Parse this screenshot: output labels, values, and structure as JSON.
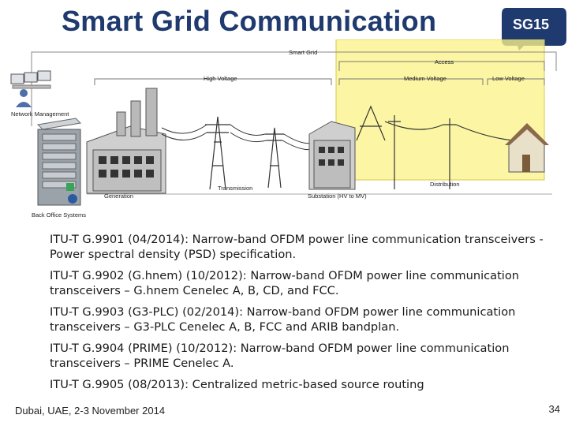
{
  "slide": {
    "title": "Smart Grid Communication",
    "badge": "SG15",
    "footer": "Dubai, UAE, 2-3 November 2014",
    "page_number": "34"
  },
  "diagram": {
    "labels": {
      "smart_grid": "Smart Grid",
      "access": "Access",
      "high_voltage": "High Voltage",
      "medium_voltage": "Medium Voltage",
      "low_voltage": "Low Voltage",
      "network_management": "Network Management",
      "back_office": "Back Office Systems",
      "generation": "Generation",
      "transmission": "Transmission",
      "substation": "Substation (HV to MV)",
      "distribution": "Distribution"
    },
    "highlight_color": "#fbf38a"
  },
  "items": [
    "ITU-T G.9901 (04/2014): Narrow-band OFDM power line communication transceivers - Power spectral density (PSD) specification.",
    "ITU-T G.9902 (G.hnem) (10/2012): Narrow-band OFDM power line communication transceivers – G.hnem Cenelec A, B, CD, and FCC.",
    "ITU-T G.9903 (G3-PLC) (02/2014): Narrow-band OFDM power line communication transceivers – G3-PLC Cenelec A, B, FCC and ARIB bandplan.",
    "ITU-T G.9904 (PRIME) (10/2012): Narrow-band OFDM power line communication transceivers – PRIME Cenelec A.",
    "ITU-T G.9905 (08/2013): Centralized metric-based source routing"
  ]
}
